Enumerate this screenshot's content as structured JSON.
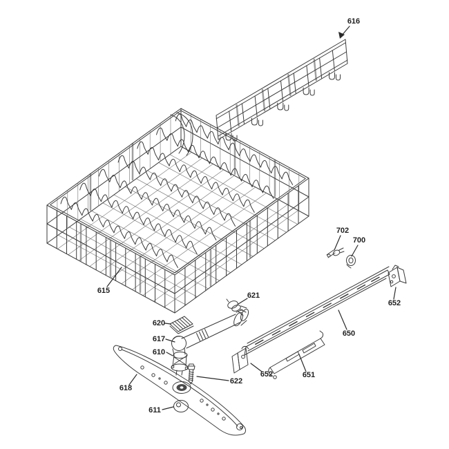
{
  "diagram": {
    "type": "exploded-parts-diagram",
    "colors": {
      "background": "#ffffff",
      "ink": "#3a3a3a",
      "label": "#1f1f1f",
      "shading": "#a0a0a0"
    },
    "labels": {
      "l616": "616",
      "l615": "615",
      "l702": "702",
      "l700": "700",
      "l652r": "652",
      "l650": "650",
      "l651": "651",
      "l652l": "652",
      "l621": "621",
      "l620": "620",
      "l617": "617",
      "l610": "610",
      "l618": "618",
      "l622": "622",
      "l611": "611"
    }
  }
}
